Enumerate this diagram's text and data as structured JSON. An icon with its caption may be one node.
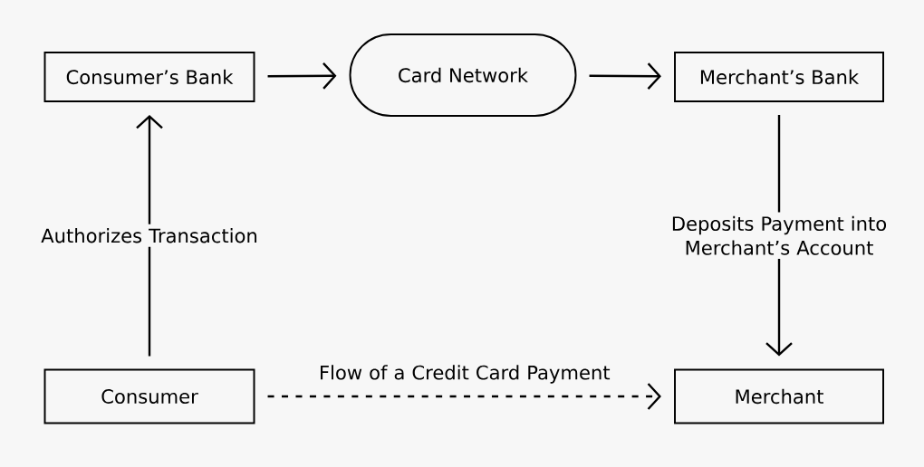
{
  "diagram": {
    "nodes": [
      {
        "text": [
          "Consumer’s Bank"
        ]
      },
      {
        "text": [
          "Card Network"
        ]
      },
      {
        "text": [
          "Merchant’s Bank"
        ]
      },
      {
        "text": [
          "Consumer"
        ]
      },
      {
        "text": [
          "Merchant"
        ]
      }
    ],
    "edges": [
      {
        "from": 0,
        "to": 1,
        "arrow": "to"
      },
      {
        "from": 1,
        "to": 2,
        "arrow": "to"
      },
      {
        "from": 3,
        "to": 0,
        "arrow": "to",
        "label": "Authorizes Transaction"
      },
      {
        "from": 2,
        "to": 4,
        "arrow": "to",
        "label": "Deposits Payment into Merchant’s Account"
      },
      {
        "from": 3,
        "to": 4,
        "arrow": "to",
        "style": "dashed",
        "label": "Flow of a Credit Card Payment"
      }
    ]
  }
}
